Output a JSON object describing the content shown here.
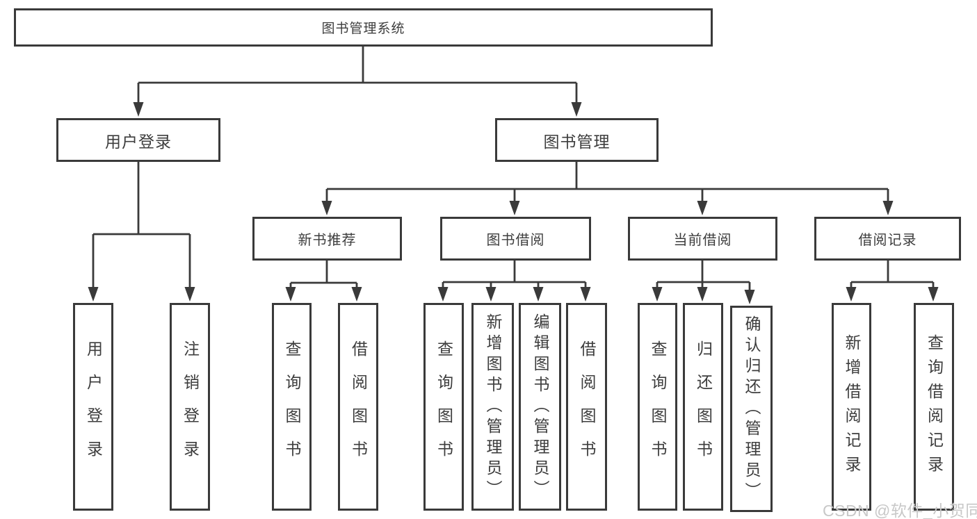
{
  "diagram": {
    "root": {
      "label": "图书管理系统",
      "children": [
        {
          "label": "用户登录",
          "children": [
            {
              "label": "用户登录"
            },
            {
              "label": "注销登录"
            }
          ]
        },
        {
          "label": "图书管理",
          "children": [
            {
              "label": "新书推荐",
              "children": [
                {
                  "label": "查询图书"
                },
                {
                  "label": "借阅图书"
                }
              ]
            },
            {
              "label": "图书借阅",
              "children": [
                {
                  "label": "查询图书"
                },
                {
                  "label": "新增图书（管理员）"
                },
                {
                  "label": "编辑图书（管理员）"
                },
                {
                  "label": "借阅图书"
                }
              ]
            },
            {
              "label": "当前借阅",
              "children": [
                {
                  "label": "查询图书"
                },
                {
                  "label": "归还图书"
                },
                {
                  "label": "确认归还（管理员）"
                }
              ]
            },
            {
              "label": "借阅记录",
              "children": [
                {
                  "label": "新增借阅记录"
                },
                {
                  "label": "查询借阅记录"
                }
              ]
            }
          ]
        }
      ]
    }
  },
  "watermark": "CSDN @软件_小贺同学",
  "colors": {
    "line": "#3a3a3a",
    "text": "#3d3d3d",
    "background": "#ffffff",
    "watermark": "#c8c8c8"
  }
}
